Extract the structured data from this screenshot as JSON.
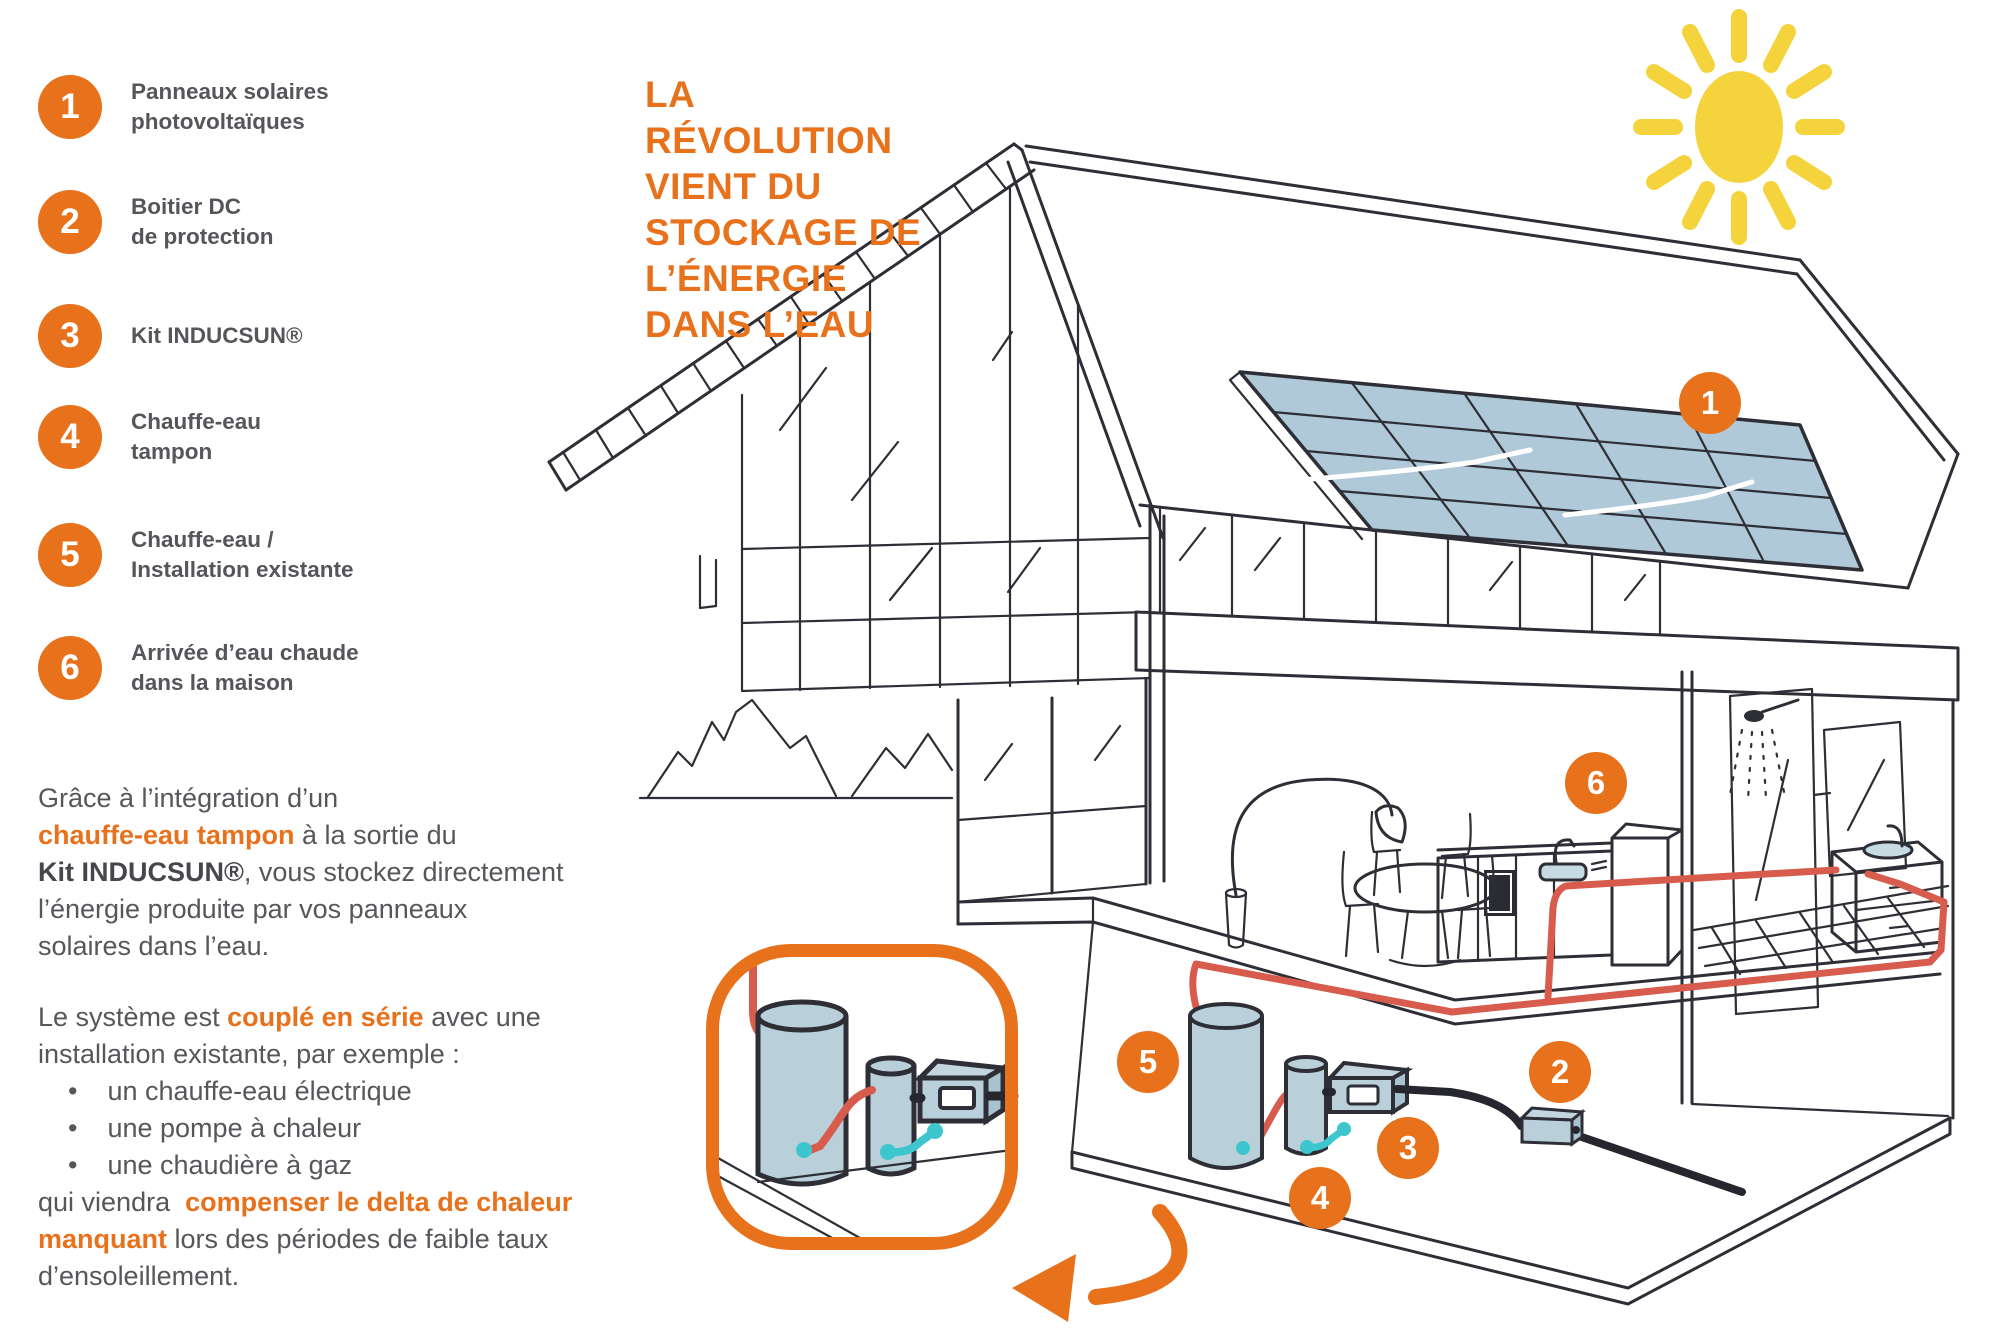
{
  "colors": {
    "accent": "#E8711C",
    "hot_pipe_red": "#D85C4D",
    "cold_pipe_cyan": "#3EC6CE",
    "solar_panel_blue": "#AFC9D8",
    "tank_blue": "#B9D0DB",
    "sun_yellow": "#F5D33C",
    "sketch_ink": "#2E2E36",
    "body_text_gray": "#56575B"
  },
  "legend": {
    "items": [
      {
        "num": "1",
        "label": "Panneaux solaires\nphotovoltaïques"
      },
      {
        "num": "2",
        "label": "Boitier DC\nde protection"
      },
      {
        "num": "3",
        "label": "Kit INDUCSUN®"
      },
      {
        "num": "4",
        "label": "Chauffe-eau\ntampon"
      },
      {
        "num": "5",
        "label": "Chauffe-eau /\nInstallation existante"
      },
      {
        "num": "6",
        "label": "Arrivée d’eau chaude\ndans la maison"
      }
    ]
  },
  "title": {
    "text": "LA\nRÉVOLUTION\nVIENT DU\nSTOCKAGE DE\nL’ÉNERGIE\nDANS L’EAU"
  },
  "paragraph1": {
    "segments": [
      {
        "t": "Grâce à l’intégration d’un\n"
      },
      {
        "t": "chauffe-eau tampon",
        "s": "seg-orange"
      },
      {
        "t": " à la sortie du\n"
      },
      {
        "t": "Kit INDUCSUN®",
        "s": "seg-dark"
      },
      {
        "t": ", vous stockez directement\nl’énergie produite par vos panneaux\nsolaires dans l’eau."
      }
    ]
  },
  "paragraph2": {
    "segments": [
      {
        "t": "Le système est "
      },
      {
        "t": "couplé en série",
        "s": "seg-orange"
      },
      {
        "t": " avec une\ninstallation existante, par exemple :\n    •    un chauffe-eau électrique\n    •    une pompe à chaleur\n    •    une chaudière à gaz\nqui viendra  "
      },
      {
        "t": "compenser le delta de chaleur\nmanquant",
        "s": "seg-orange"
      },
      {
        "t": " lors des périodes de faible taux\nd’ensoleillement."
      }
    ]
  },
  "diagram": {
    "markers": [
      {
        "num": "1",
        "meaning": "Panneaux solaires photovoltaïques"
      },
      {
        "num": "2",
        "meaning": "Boitier DC de protection"
      },
      {
        "num": "3",
        "meaning": "Kit INDUCSUN®"
      },
      {
        "num": "4",
        "meaning": "Chauffe-eau tampon"
      },
      {
        "num": "5",
        "meaning": "Chauffe-eau / Installation existante"
      },
      {
        "num": "6",
        "meaning": "Arrivée d’eau chaude dans la maison"
      }
    ],
    "icons": [
      "sun-icon",
      "house-illustration",
      "solar-panel",
      "curved-arrow-icon",
      "zoom-inset-detail"
    ]
  }
}
